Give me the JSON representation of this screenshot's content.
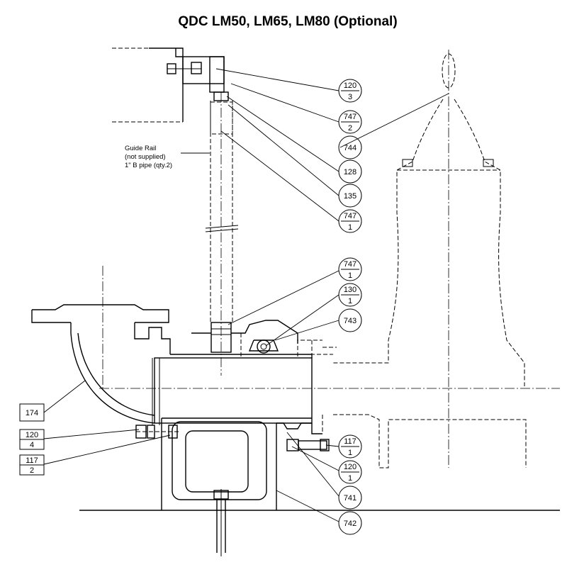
{
  "title": "QDC LM50, LM65, LM80 (Optional)",
  "guide_rail_note": [
    "Guide Rail",
    "(not supplied)",
    "1\" B pipe (qty.2)"
  ],
  "callouts_right": [
    {
      "top": "120",
      "bottom": "3"
    },
    {
      "top": "747",
      "bottom": "2"
    },
    {
      "single": "744"
    },
    {
      "single": "128"
    },
    {
      "single": "135"
    },
    {
      "top": "747",
      "bottom": "1"
    },
    {
      "top": "747",
      "bottom": "1"
    },
    {
      "top": "130",
      "bottom": "1"
    },
    {
      "single": "743"
    },
    {
      "top": "117",
      "bottom": "1"
    },
    {
      "top": "120",
      "bottom": "1"
    },
    {
      "single": "741"
    },
    {
      "single": "742"
    }
  ],
  "callouts_left": [
    {
      "single": "174"
    },
    {
      "top": "120",
      "bottom": "4"
    },
    {
      "top": "117",
      "bottom": "2"
    }
  ]
}
